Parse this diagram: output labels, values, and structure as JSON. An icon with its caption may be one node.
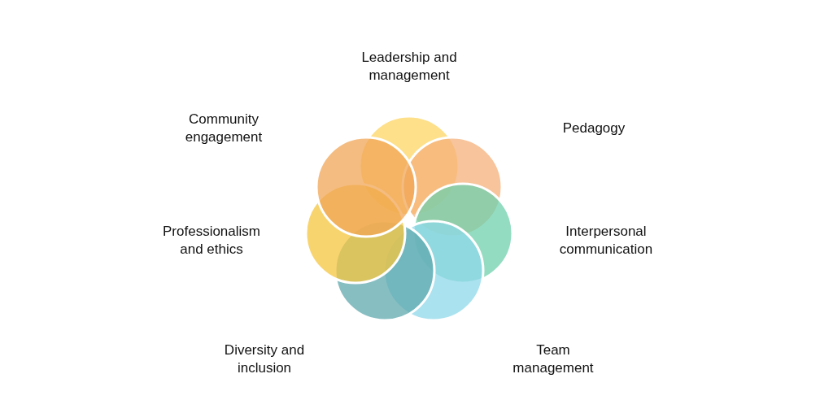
{
  "diagram": {
    "nodes": [
      {
        "text": [
          "Leadership and management"
        ]
      },
      {
        "text": [
          "Pedagogy"
        ]
      },
      {
        "text": [
          "Interpersonal communication"
        ]
      },
      {
        "text": [
          "Team management"
        ]
      },
      {
        "text": [
          "Diversity and inclusion"
        ]
      },
      {
        "text": [
          "Professionalism and ethics"
        ]
      },
      {
        "text": [
          "Community engagement"
        ]
      }
    ]
  }
}
